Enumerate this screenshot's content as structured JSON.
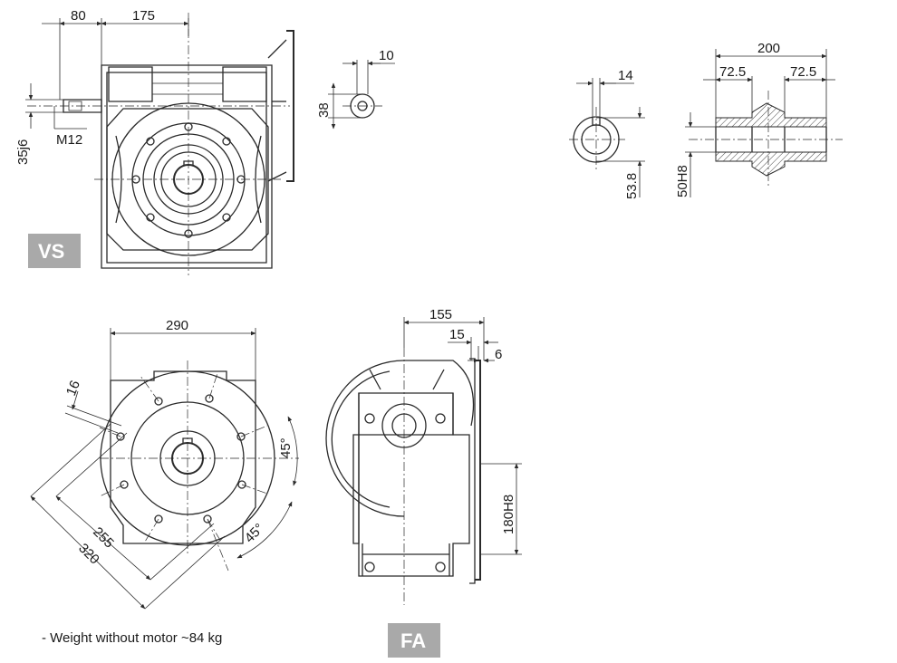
{
  "badges": {
    "vs": "VS",
    "fa": "FA"
  },
  "note": "- Weight without motor ~84 kg",
  "vs_view": {
    "dims": {
      "d80": "80",
      "d175": "175",
      "d35j6": "35j6",
      "m12": "M12"
    }
  },
  "key_detail": {
    "d10": "10",
    "d38": "38"
  },
  "hollow_shaft_section": {
    "d14": "14",
    "d53_8": "53.8"
  },
  "output_shaft_section": {
    "d200": "200",
    "d72_5_left": "72.5",
    "d72_5_right": "72.5",
    "d50h8": "50H8"
  },
  "flange_view": {
    "d290": "290",
    "d16": "16",
    "d255": "255",
    "d320": "320",
    "a45_top": "45°",
    "a45_bottom": "45°"
  },
  "fa_view": {
    "d155": "155",
    "d15": "15",
    "d6": "6",
    "d180h8": "180H8"
  }
}
